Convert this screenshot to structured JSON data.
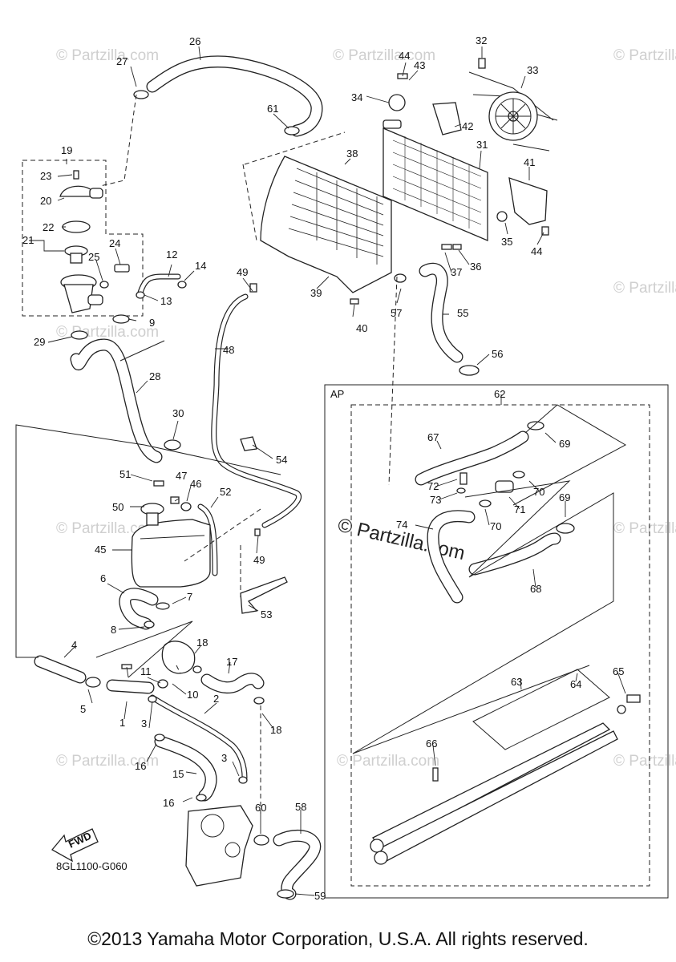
{
  "diagram": {
    "diagram_code": "8GL1100-G060",
    "fwd_label": "FWD",
    "assembly_label": "AP",
    "watermark_text": "© Partzilla.com",
    "watermark_center": "© Partzilla.com",
    "copyright": "©2013 Yamaha Motor Corporation, U.S.A. All rights reserved.",
    "part_numbers": [
      "1",
      "2",
      "3",
      "3",
      "4",
      "5",
      "6",
      "7",
      "8",
      "9",
      "10",
      "11",
      "12",
      "13",
      "14",
      "15",
      "16",
      "16",
      "17",
      "18",
      "18",
      "19",
      "20",
      "21",
      "22",
      "23",
      "24",
      "25",
      "26",
      "27",
      "28",
      "29",
      "30",
      "31",
      "32",
      "33",
      "34",
      "35",
      "36",
      "37",
      "38",
      "39",
      "40",
      "41",
      "42",
      "43",
      "44",
      "44",
      "45",
      "46",
      "47",
      "48",
      "49",
      "49",
      "50",
      "51",
      "52",
      "53",
      "54",
      "55",
      "56",
      "57",
      "58",
      "59",
      "60",
      "61",
      "62",
      "63",
      "64",
      "65",
      "66",
      "67",
      "68",
      "69",
      "69",
      "70",
      "70",
      "71",
      "72",
      "73",
      "74"
    ]
  }
}
